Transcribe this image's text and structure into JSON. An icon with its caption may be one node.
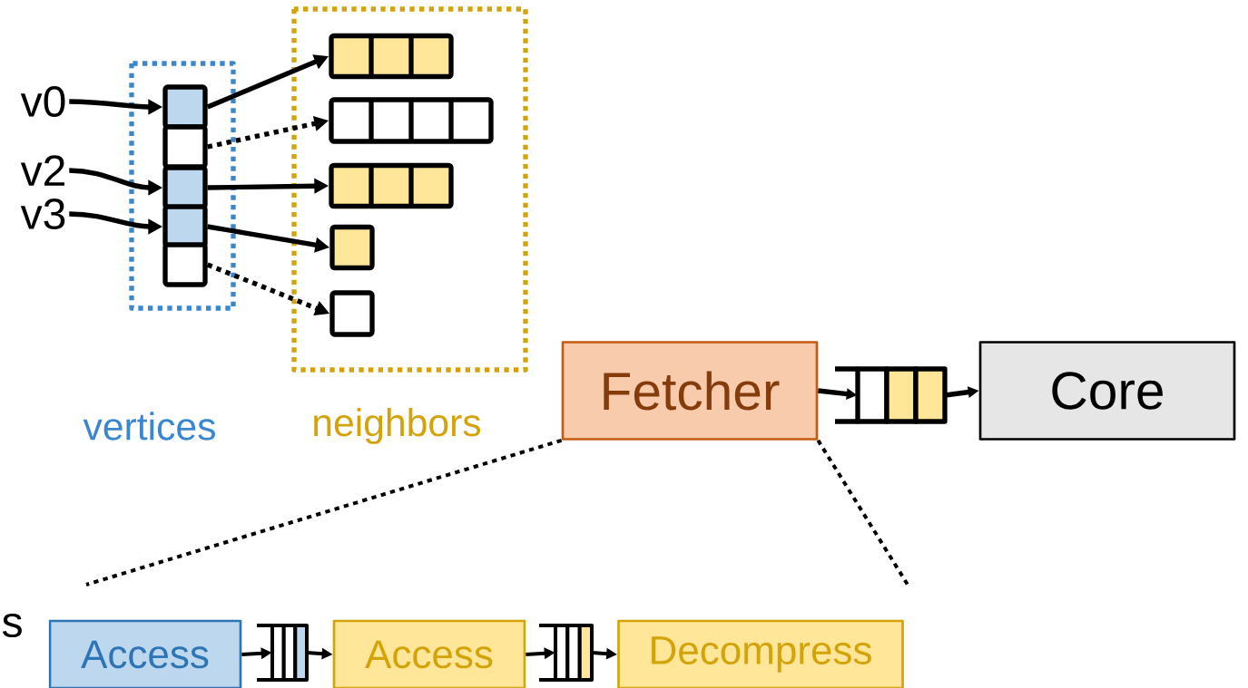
{
  "diagram": {
    "nodes": [
      {
        "text": [
          "v0"
        ]
      },
      {
        "text": [
          "v2"
        ]
      },
      {
        "text": [
          "v3"
        ]
      },
      {
        "text": [
          "vertices"
        ]
      },
      {
        "text": [],
        "shape": "box",
        "in": 3
      },
      {
        "text": [],
        "shape": "box",
        "in": 3
      },
      {
        "text": [],
        "shape": "box",
        "in": 3
      },
      {
        "text": [],
        "shape": "box",
        "in": 3
      },
      {
        "text": [],
        "shape": "box",
        "in": 3
      },
      {
        "text": [
          "neighbors"
        ]
      },
      {
        "text": [],
        "shape": "bar",
        "in": 9
      },
      {
        "text": [],
        "shape": "bar",
        "in": 9
      },
      {
        "text": [],
        "shape": "bar",
        "in": 9
      },
      {
        "text": [],
        "shape": "box",
        "in": 9
      },
      {
        "text": [],
        "shape": "box",
        "in": 9
      },
      {
        "text": [
          "Fetcher"
        ]
      },
      {
        "text": [],
        "shape": "queue"
      },
      {
        "text": [
          "Core"
        ]
      },
      {
        "text": [
          "Access"
        ]
      },
      {
        "text": [],
        "shape": "queue"
      },
      {
        "text": [
          "Access"
        ]
      },
      {
        "text": [],
        "shape": "queue"
      },
      {
        "text": [
          "Decompress"
        ]
      }
    ],
    "edges": [
      {
        "from": 0,
        "to": 4,
        "arrow": "to"
      },
      {
        "from": 1,
        "to": 6,
        "arrow": "to"
      },
      {
        "from": 2,
        "to": 7,
        "arrow": "to"
      },
      {
        "from": 4,
        "to": 10,
        "arrow": "to"
      },
      {
        "from": 5,
        "to": 11,
        "arrow": "to",
        "style": "dashed"
      },
      {
        "from": 6,
        "to": 12,
        "arrow": "to"
      },
      {
        "from": 7,
        "to": 13,
        "arrow": "to"
      },
      {
        "from": 8,
        "to": 14,
        "arrow": "to",
        "style": "dashed"
      },
      {
        "from": 15,
        "to": 16,
        "arrow": "to"
      },
      {
        "from": 16,
        "to": 17,
        "arrow": "to"
      },
      {
        "from": 18,
        "to": 19,
        "arrow": "to"
      },
      {
        "from": 19,
        "to": 20,
        "arrow": "to"
      },
      {
        "from": 20,
        "to": 21,
        "arrow": "to"
      },
      {
        "from": 21,
        "to": 22,
        "arrow": "to"
      },
      {
        "from": 15,
        "to": null,
        "arrow": "none",
        "style": "dashed"
      },
      {
        "from": 15,
        "to": null,
        "arrow": "none",
        "style": "dashed"
      }
    ],
    "labels": [
      "s"
    ]
  }
}
